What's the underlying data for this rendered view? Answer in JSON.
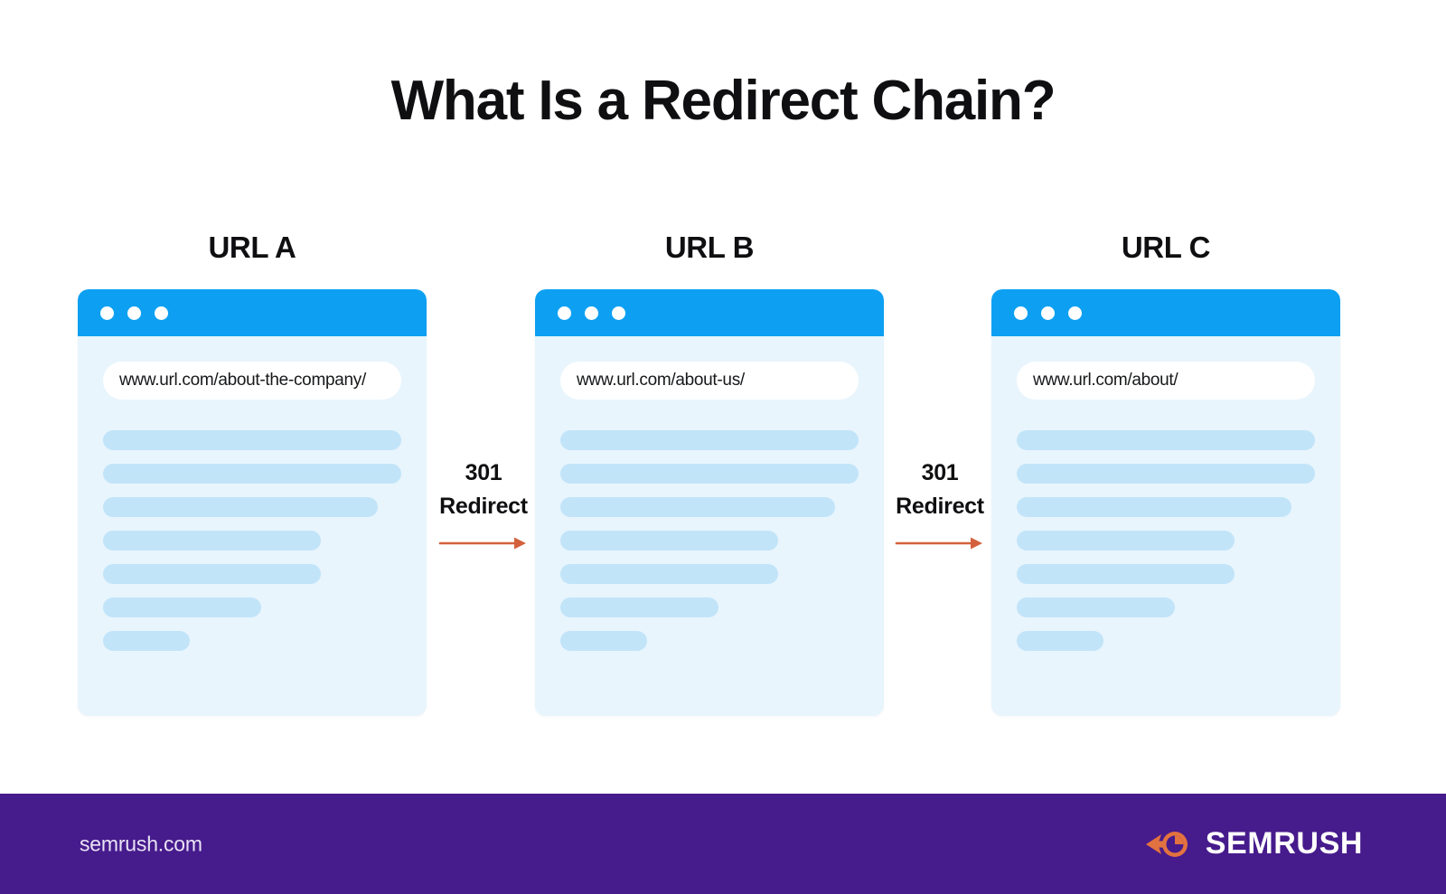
{
  "title": "What Is a Redirect Chain?",
  "colors": {
    "page_background": "#ffffff",
    "browser_bar_blue": "#0da0f2",
    "card_body_blue": "#e8f5fd",
    "placeholder_line_blue": "#c2e4f9",
    "arrow_orange": "#d4613c",
    "footer_purple": "#461b8c",
    "title_black": "#0f0f11",
    "logo_orange": "#e2723f"
  },
  "cards": [
    {
      "label": "URL A",
      "url": "www.url.com/about-the-company/",
      "dots": [
        "window-dot",
        "window-dot",
        "window-dot"
      ],
      "line_widths": [
        "100%",
        "100%",
        "92%",
        "73%",
        "73%",
        "53%",
        "29%"
      ]
    },
    {
      "label": "URL B",
      "url": "www.url.com/about-us/",
      "dots": [
        "window-dot",
        "window-dot",
        "window-dot"
      ],
      "line_widths": [
        "100%",
        "100%",
        "92%",
        "73%",
        "73%",
        "53%",
        "29%"
      ]
    },
    {
      "label": "URL C",
      "url": "www.url.com/about/",
      "dots": [
        "window-dot",
        "window-dot",
        "window-dot"
      ],
      "line_widths": [
        "100%",
        "100%",
        "92%",
        "73%",
        "73%",
        "53%",
        "29%"
      ]
    }
  ],
  "connectors": [
    {
      "code": "301",
      "action": "Redirect",
      "arrow_icon": "arrow-right-icon"
    },
    {
      "code": "301",
      "action": "Redirect",
      "arrow_icon": "arrow-right-icon"
    }
  ],
  "footer": {
    "site": "semrush.com",
    "brand": "SEMRUSH",
    "logo_icon": "semrush-comet-icon"
  }
}
